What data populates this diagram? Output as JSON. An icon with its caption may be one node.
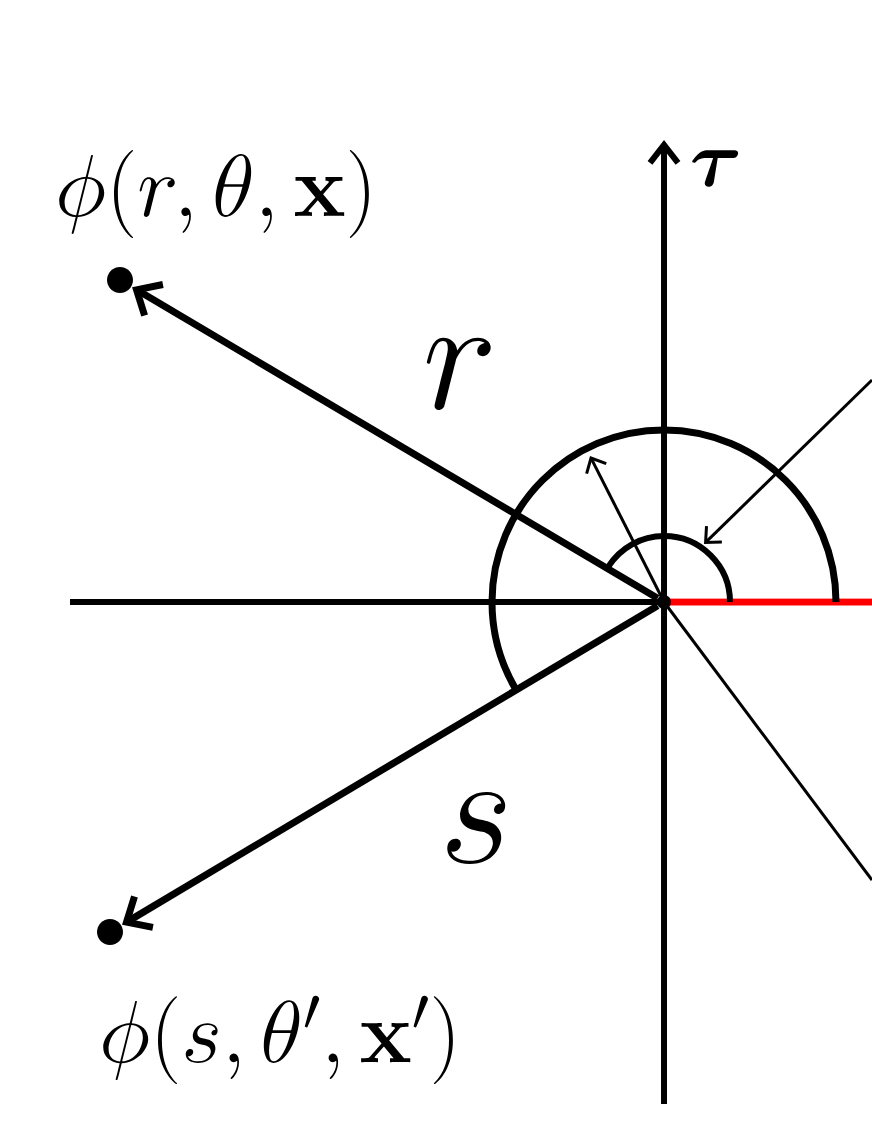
{
  "diagram": {
    "nodes": [
      {
        "text": [
          "\\phi(r,\\theta,\\mathbf{x})"
        ]
      },
      {
        "text": [
          "\\phi(s,\\theta',\\mathbf{x}')"
        ]
      },
      {
        "text": [],
        "shape": "point"
      }
    ],
    "edges": [
      {
        "from": 2,
        "to": 0,
        "arrow": "to",
        "label": "r"
      },
      {
        "from": 2,
        "to": 1,
        "arrow": "to",
        "label": "s"
      }
    ],
    "labels": [
      "\\boldsymbol{\\tau}"
    ]
  }
}
